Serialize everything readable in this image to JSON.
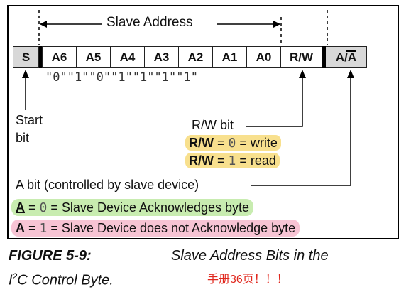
{
  "diagram": {
    "slave_address_label": "Slave Address",
    "bits": {
      "start": "S",
      "address": [
        "A6",
        "A5",
        "A4",
        "A3",
        "A2",
        "A1",
        "A0"
      ],
      "rw": "R/W",
      "ack": "A/A"
    },
    "bit_values": "\"0\"\"1\"\"0\"\"1\"\"1\"\"1\"\"1\"",
    "start_label_line1": "Start",
    "start_label_line2": "bit",
    "rw_bit_label": "R/W bit",
    "rw_write": {
      "name": "R/W",
      "eq": "=",
      "value": "0",
      "rest": "= write"
    },
    "rw_read": {
      "name": "R/W",
      "eq": "=",
      "value": "1",
      "rest": "= read"
    },
    "a_bit_label": "A bit (controlled by slave device)",
    "ack_row": {
      "name": "A",
      "eq": "=",
      "value": "0",
      "rest": "= Slave Device Acknowledges byte"
    },
    "nack_row": {
      "name": "A",
      "eq": "=",
      "value": "1",
      "rest": "= Slave Device does not Acknowledge byte"
    }
  },
  "caption": {
    "figure": "FIGURE 5-9:",
    "title_1": "Slave Address Bits in the",
    "title_2_prefix": "I",
    "title_2_sup": "2",
    "title_2_rest": "C Control Byte.",
    "note": "手册36页！！！"
  },
  "colors": {
    "highlight_yellow": "#f8e08e",
    "highlight_green": "#c8ecb0",
    "highlight_pink": "#f7c4d4",
    "note_red": "#e0271d"
  }
}
